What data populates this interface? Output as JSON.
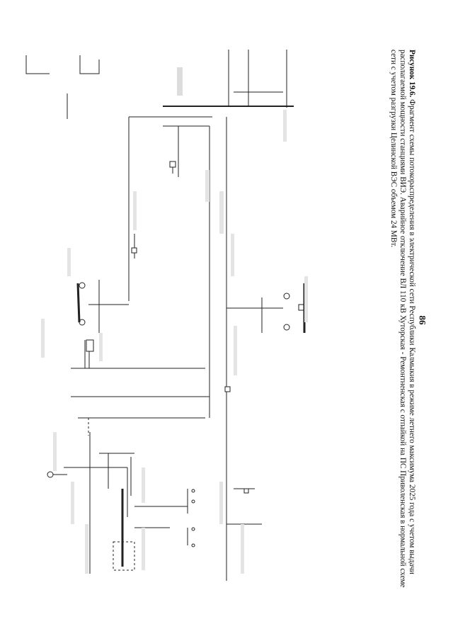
{
  "caption": {
    "label": "Рисунок 19.6.",
    "text": "Фрагмент схемы потокораспределения в электрической сети Республики Калмыкия в режиме летнего максимума 2025 года с учетом выдачи располагаемой мощности станциями ВИЭ. Аварийное отключение ВЛ 110 кВ Хуторская - Ремонтненская с отпайкой на ПС Приволенская в нормальной схеме сети с учетом разгрузки Целинской ВЭС объемом 24 МВт."
  },
  "page_number": "86"
}
